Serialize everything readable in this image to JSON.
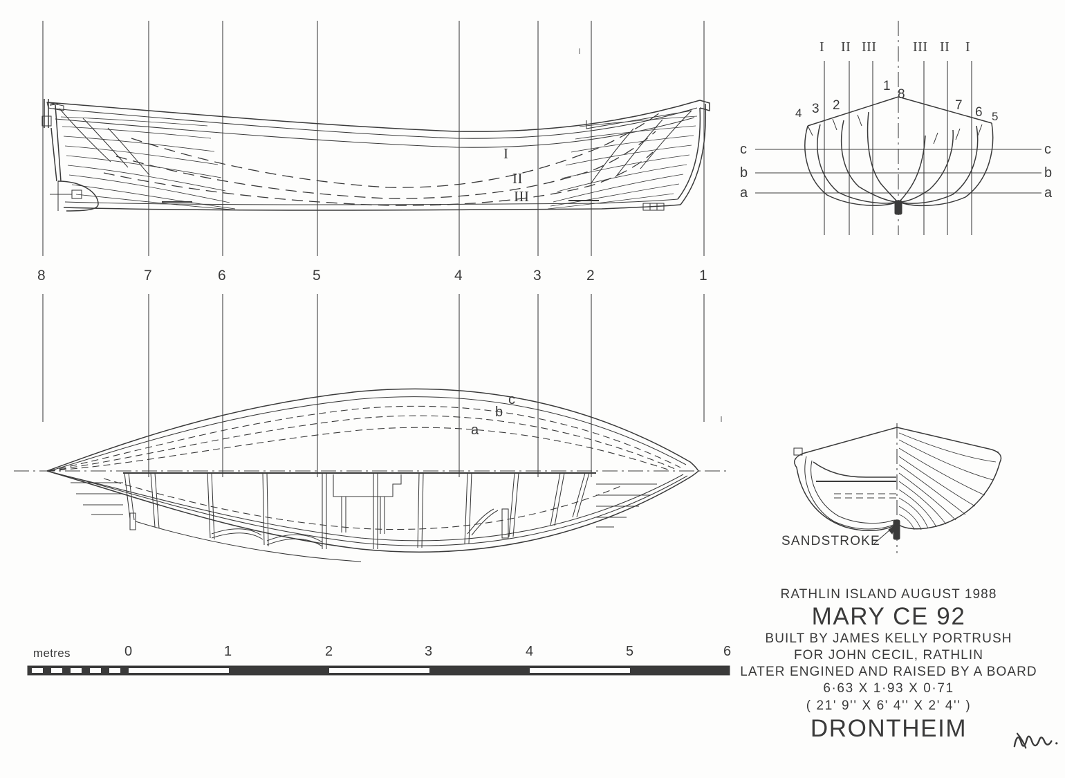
{
  "drawing": {
    "kind": "boat-lines-plan",
    "ink_color": "#3a3a3a",
    "paper_color": "#fdfdfc"
  },
  "title_block": {
    "location_date": "RATHLIN ISLAND AUGUST 1988",
    "vessel_name": "MARY CE 92",
    "builder": "BUILT BY JAMES KELLY PORTRUSH",
    "owner": "FOR JOHN CECIL,  RATHLIN",
    "history": "LATER ENGINED AND RAISED BY A BOARD",
    "dimensions_metric": "6·63   X   1·93   X   0·71",
    "dimensions_imperial": "( 21' 9''  X   6' 4''  X   2' 4'' )",
    "type_name": "DRONTHEIM",
    "signature": "signature"
  },
  "scale_bar": {
    "unit_label": "metres",
    "ticks": [
      "0",
      "1",
      "2",
      "3",
      "4",
      "5",
      "6"
    ],
    "min": 0,
    "max": 6
  },
  "sheer_plan": {
    "name": "sheer-plan",
    "station_labels": [
      "8",
      "7",
      "6",
      "5",
      "4",
      "3",
      "2",
      "1"
    ],
    "buttock_labels": [
      "I",
      "II",
      "III"
    ]
  },
  "half_breadth_plan": {
    "name": "half-breadth-plan",
    "waterline_labels": [
      "c",
      "b",
      "a"
    ]
  },
  "body_plan": {
    "name": "body-plan",
    "buttock_labels_left": [
      "I",
      "II",
      "III"
    ],
    "buttock_labels_right": [
      "III",
      "II",
      "I"
    ],
    "station_labels_left": [
      "4",
      "3",
      "2",
      "1"
    ],
    "station_labels_right": [
      "8",
      "7",
      "6",
      "5"
    ],
    "waterline_labels_left": [
      "c",
      "b",
      "a"
    ],
    "waterline_labels_right": [
      "c",
      "b",
      "a"
    ]
  },
  "midship_detail": {
    "name": "midship-section-detail",
    "annotation": "SANDSTROKE"
  }
}
